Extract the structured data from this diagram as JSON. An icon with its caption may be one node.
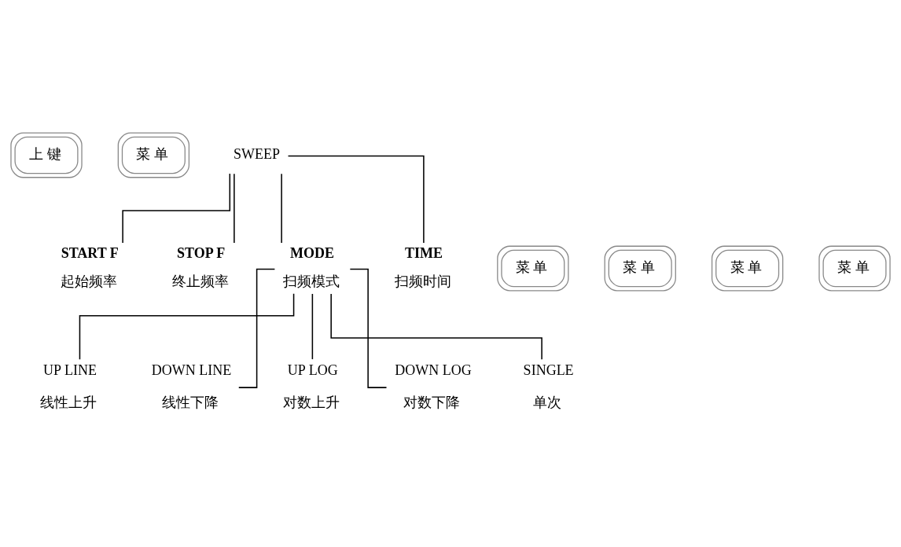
{
  "diagram": {
    "nodes": [
      {
        "text": [
          "上 键"
        ]
      },
      {
        "text": [
          "菜 单"
        ]
      },
      {
        "text": [
          "SWEEP"
        ]
      },
      {
        "text": [
          "菜 单"
        ]
      },
      {
        "text": [
          "START F",
          "起始频率"
        ]
      },
      {
        "text": [
          "菜 单"
        ]
      },
      {
        "text": [
          "STOP F",
          "终止频率"
        ]
      },
      {
        "text": [
          "菜 单"
        ]
      },
      {
        "text": [
          "MODE",
          "扫频模式"
        ]
      },
      {
        "text": [
          "菜 单"
        ]
      },
      {
        "text": [
          "TIME",
          "扫频时间"
        ]
      },
      {
        "text": [
          "UP LINE",
          "线性上升"
        ]
      },
      {
        "text": [
          "DOWN LINE",
          "线性下降"
        ]
      },
      {
        "text": [
          "UP LOG",
          "对数上升"
        ]
      },
      {
        "text": [
          "DOWN LOG",
          "对数下降"
        ]
      },
      {
        "text": [
          "SINGLE",
          "单次"
        ]
      }
    ],
    "edges": [
      {
        "from": 2,
        "to": 4,
        "arrow": "none"
      },
      {
        "from": 2,
        "to": 6,
        "arrow": "none"
      },
      {
        "from": 2,
        "to": 8,
        "arrow": "none"
      },
      {
        "from": 2,
        "to": 10,
        "arrow": "none"
      },
      {
        "from": 8,
        "to": 11,
        "arrow": "none"
      },
      {
        "from": 8,
        "to": 12,
        "arrow": "none"
      },
      {
        "from": 8,
        "to": 13,
        "arrow": "none"
      },
      {
        "from": 8,
        "to": 14,
        "arrow": "none"
      },
      {
        "from": 8,
        "to": 15,
        "arrow": "none"
      }
    ]
  }
}
